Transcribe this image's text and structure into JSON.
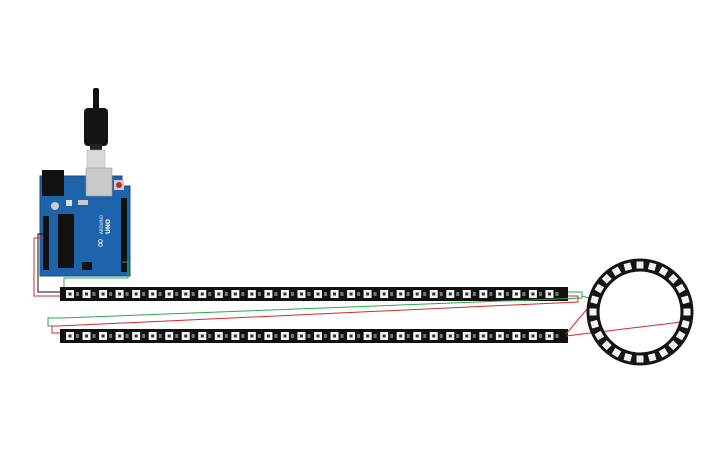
{
  "colors": {
    "background": "#ffffff",
    "board": "#1e64ac",
    "board_dark": "#164d87",
    "strip": "#111111",
    "led_body": "#f2f2f2",
    "led_die": "#333333",
    "ring": "#151515",
    "wire_green": "#2aa84a",
    "wire_red": "#d42a2a",
    "wire_black": "#111111",
    "usb_metal": "#d9d9d9"
  },
  "board": {
    "logo_brand": "ARDUINO",
    "logo_model": "UNO",
    "reset_icon": "reset-button-icon",
    "usb_icon": "usb-plug-icon",
    "infinity_icon": "arduino-infinity-logo-icon"
  },
  "strips": {
    "count": 2,
    "leds_per_strip": 30
  },
  "ring": {
    "led_count": 24
  }
}
